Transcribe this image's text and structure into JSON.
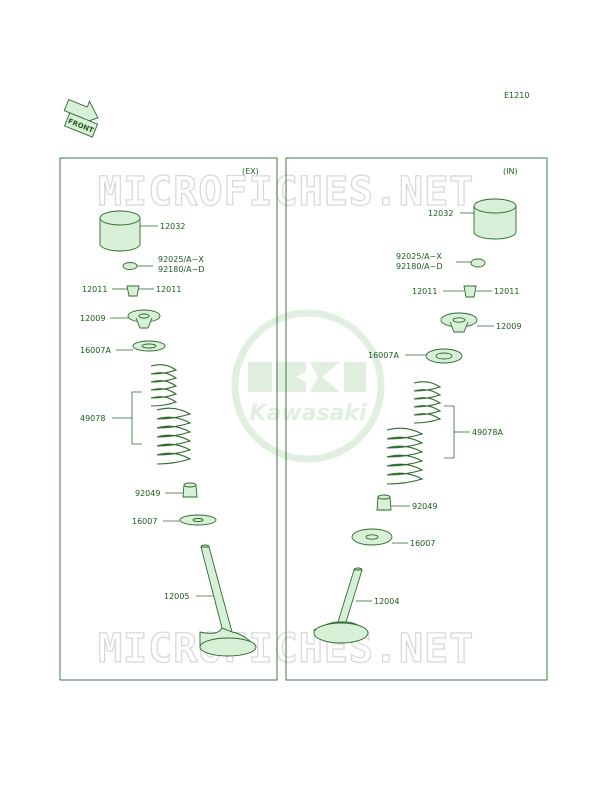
{
  "diagram_code": "E1210",
  "front_arrow_text": "FRONT",
  "logo_text": "Kawasaki",
  "watermark_text": "MICROFICHES.NET",
  "colors": {
    "line": "#2e6b2e",
    "fill": "#d8efd8",
    "watermark": "#d9d9d9",
    "logo": "#c9e3c9"
  },
  "panels": {
    "ex": {
      "title": "(EX)",
      "parts": {
        "lifter": "12032",
        "shim_a": "92025/A~X",
        "shim_b": "92180/A~D",
        "keeper_left": "12011",
        "keeper_right": "12011",
        "retainer": "12009",
        "seat": "16007A",
        "spring": "49078",
        "seal": "92049",
        "washer": "16007",
        "valve": "12005"
      }
    },
    "in": {
      "title": "(IN)",
      "parts": {
        "lifter": "12032",
        "shim_a": "92025/A~X",
        "shim_b": "92180/A~D",
        "keeper_left": "12011",
        "keeper_right": "12011",
        "retainer": "12009",
        "seat": "16007A",
        "spring": "49078A",
        "seal": "92049",
        "washer": "16007",
        "valve": "12004"
      }
    }
  }
}
